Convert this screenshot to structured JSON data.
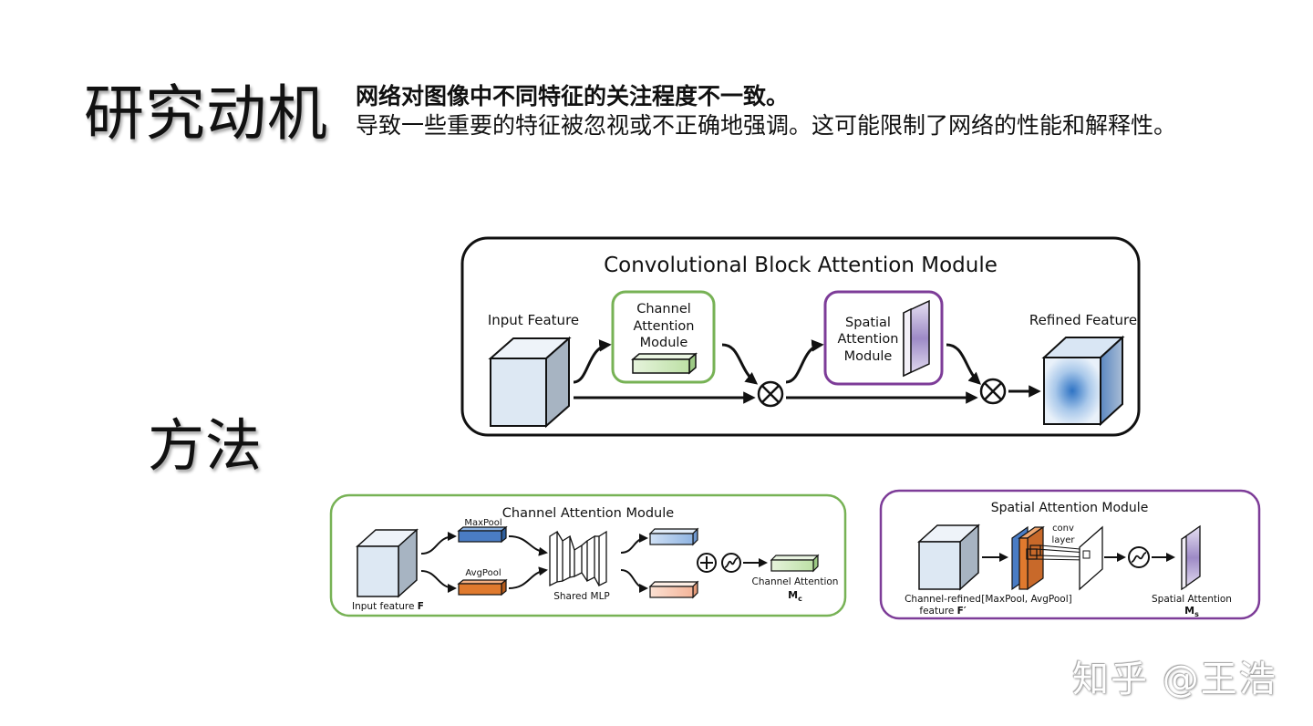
{
  "headings": {
    "motivation": "研究动机",
    "method": "方法"
  },
  "motivation": {
    "line1": "网络对图像中不同特征的关注程度不一致。",
    "line2": "导致一些重要的特征被忽视或不正确地强调。这可能限制了网络的性能和解释性。"
  },
  "cbam": {
    "title": "Convolutional Block Attention Module",
    "input_label": "Input Feature",
    "channel_label": [
      "Channel",
      "Attention",
      "Module"
    ],
    "spatial_label": [
      "Spatial",
      "Attention",
      "Module"
    ],
    "refined_label": "Refined Feature",
    "operator": "⊗"
  },
  "channel_module": {
    "title": "Channel Attention Module",
    "maxpool": "MaxPool",
    "avgpool": "AvgPool",
    "input_label": "Input feature",
    "input_symbol": "F",
    "mlp_label": "Shared MLP",
    "output_label": "Channel Attention",
    "output_symbol": "M",
    "output_sub": "c",
    "plus": "⊕",
    "sigmoid": "∽"
  },
  "spatial_module": {
    "title": "Spatial Attention Module",
    "conv_label": [
      "conv",
      "layer"
    ],
    "input_label": [
      "Channel-refined",
      "feature"
    ],
    "input_symbol": "F′",
    "pool_label": "[MaxPool, AvgPool]",
    "output_label": "Spatial Attention",
    "output_symbol": "M",
    "output_sub": "s",
    "sigmoid": "∽"
  },
  "watermark": "知乎 @王浩",
  "colors": {
    "green": "#77b255",
    "purple": "#7d3c98",
    "maxpool_blue": "#4a7cc4",
    "avgpool_orange": "#e07a2e",
    "cube_face": "#dde8f3",
    "cube_side": "#9aa9b8"
  }
}
